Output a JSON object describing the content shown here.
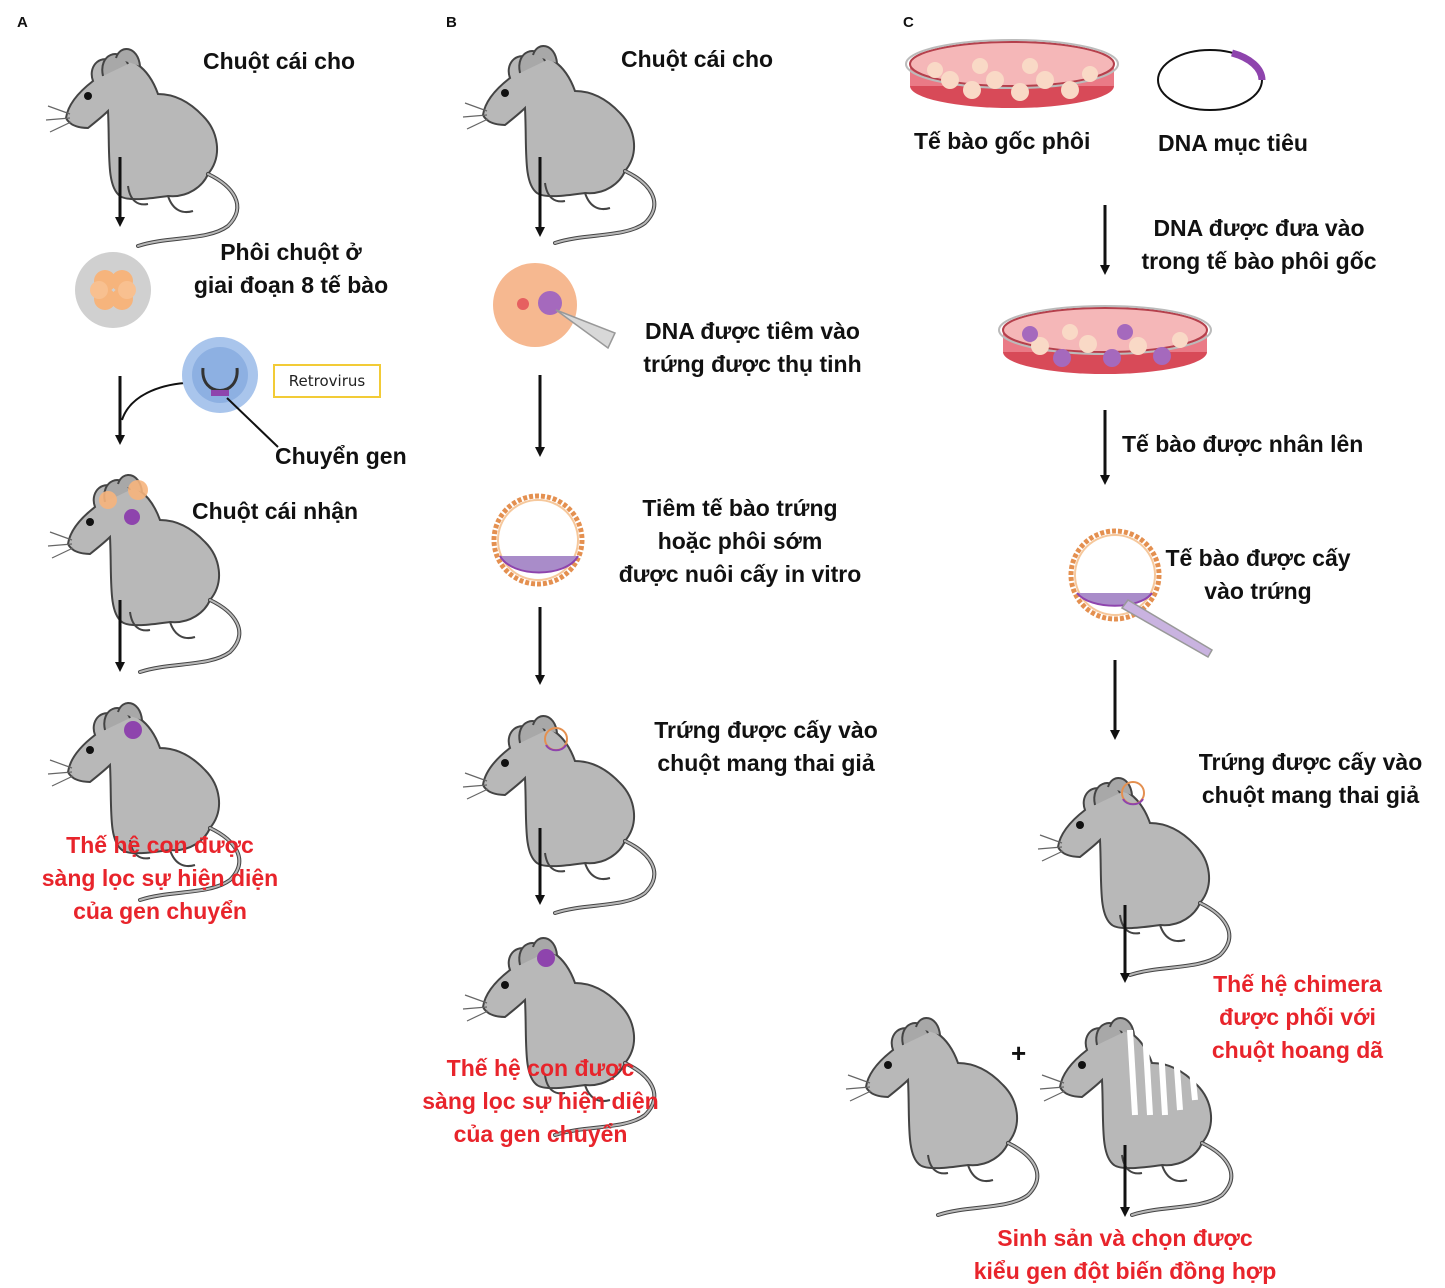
{
  "panels": {
    "a": {
      "letter": "A",
      "donor": "Chuột cái cho",
      "embryo": [
        "Phôi chuột ở",
        "giai đoạn 8 tế bào"
      ],
      "retrovirus": "Retrovirus",
      "transgene": "Chuyển gen",
      "recipient": "Chuột cái nhận",
      "result": [
        "Thế hệ con được",
        "sàng lọc sự hiện diện",
        "của gen chuyển"
      ]
    },
    "b": {
      "letter": "B",
      "donor": "Chuột cái cho",
      "inject": [
        "DNA được tiêm vào",
        "trứng được thụ tinh"
      ],
      "culture": [
        "Tiêm tế bào trứng",
        "hoặc phôi sớm",
        "được nuôi cấy in vitro"
      ],
      "implant": [
        "Trứng được cấy vào",
        "chuột mang thai giả"
      ],
      "result": [
        "Thế hệ con được",
        "sàng lọc sự hiện diện",
        "của gen chuyển"
      ]
    },
    "c": {
      "letter": "C",
      "stem_cells": "Tế bào gốc phôi",
      "target_dna": "DNA mục tiêu",
      "dna_inserted": [
        "DNA được đưa vào",
        "trong tế bào phôi gốc"
      ],
      "multiplied": "Tế bào được nhân lên",
      "cells_implanted": [
        "Tế bào được cấy",
        "vào trứng"
      ],
      "implant": [
        "Trứng được cấy vào",
        "chuột mang thai giả"
      ],
      "plus": "+",
      "chimera": [
        "Thế hệ chimera",
        "được phối với",
        "chuột hoang dã"
      ],
      "final": [
        "Sinh sản và chọn được",
        "kiểu gen đột biến đồng hợp"
      ]
    }
  },
  "colors": {
    "text": "#111111",
    "highlight": "#e8242b",
    "mouse_fill": "#b8b8b8",
    "mouse_stroke": "#444444",
    "transgene": "#9b59b6",
    "embryo_cell": "#f6b47c",
    "dish": "#e27a86"
  }
}
